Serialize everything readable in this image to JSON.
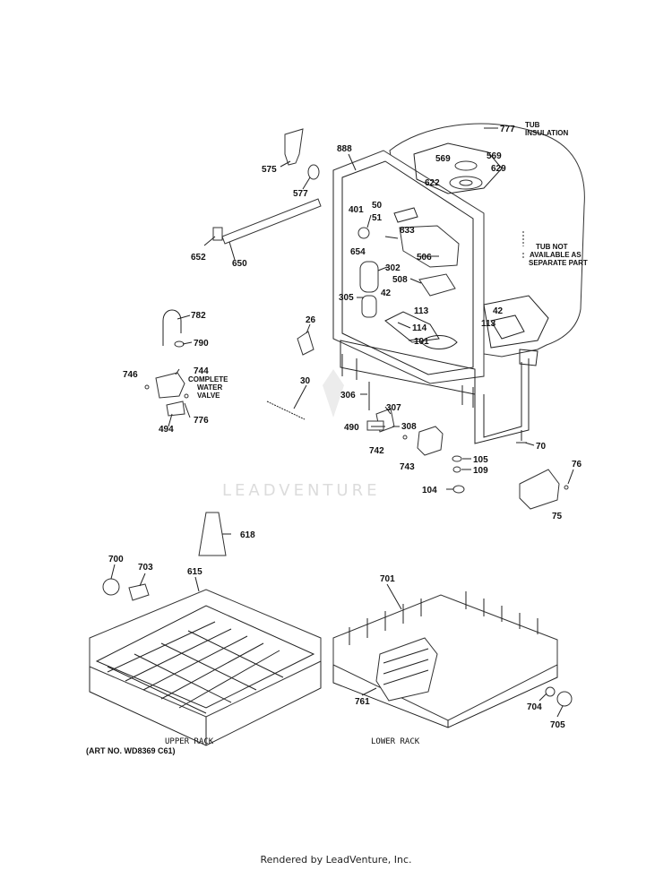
{
  "parts": [
    {
      "id": "p777",
      "num": "777"
    },
    {
      "id": "p888",
      "num": "888"
    },
    {
      "id": "p575",
      "num": "575"
    },
    {
      "id": "p577",
      "num": "577"
    },
    {
      "id": "p569a",
      "num": "569"
    },
    {
      "id": "p569b",
      "num": "569"
    },
    {
      "id": "p629",
      "num": "629"
    },
    {
      "id": "p622",
      "num": "622"
    },
    {
      "id": "p50",
      "num": "50"
    },
    {
      "id": "p51",
      "num": "51"
    },
    {
      "id": "p401",
      "num": "401"
    },
    {
      "id": "p833",
      "num": "833"
    },
    {
      "id": "p654",
      "num": "654"
    },
    {
      "id": "p506",
      "num": "506"
    },
    {
      "id": "p652",
      "num": "652"
    },
    {
      "id": "p650",
      "num": "650"
    },
    {
      "id": "p302",
      "num": "302"
    },
    {
      "id": "p508",
      "num": "508"
    },
    {
      "id": "p42a",
      "num": "42"
    },
    {
      "id": "p305",
      "num": "305"
    },
    {
      "id": "p113a",
      "num": "113"
    },
    {
      "id": "p42b",
      "num": "42"
    },
    {
      "id": "p113b",
      "num": "113"
    },
    {
      "id": "p782",
      "num": "782"
    },
    {
      "id": "p26",
      "num": "26"
    },
    {
      "id": "p114",
      "num": "114"
    },
    {
      "id": "p790",
      "num": "790"
    },
    {
      "id": "p101",
      "num": "101"
    },
    {
      "id": "p746",
      "num": "746"
    },
    {
      "id": "p744",
      "num": "744"
    },
    {
      "id": "p30",
      "num": "30"
    },
    {
      "id": "p306",
      "num": "306"
    },
    {
      "id": "p307",
      "num": "307"
    },
    {
      "id": "p776",
      "num": "776"
    },
    {
      "id": "p494",
      "num": "494"
    },
    {
      "id": "p490",
      "num": "490"
    },
    {
      "id": "p308",
      "num": "308"
    },
    {
      "id": "p70",
      "num": "70"
    },
    {
      "id": "p742",
      "num": "742"
    },
    {
      "id": "p105",
      "num": "105"
    },
    {
      "id": "p743",
      "num": "743"
    },
    {
      "id": "p109",
      "num": "109"
    },
    {
      "id": "p76",
      "num": "76"
    },
    {
      "id": "p104",
      "num": "104"
    },
    {
      "id": "p75",
      "num": "75"
    },
    {
      "id": "p618",
      "num": "618"
    },
    {
      "id": "p700",
      "num": "700"
    },
    {
      "id": "p703",
      "num": "703"
    },
    {
      "id": "p615",
      "num": "615"
    },
    {
      "id": "p701",
      "num": "701"
    },
    {
      "id": "p761",
      "num": "761"
    },
    {
      "id": "p704",
      "num": "704"
    },
    {
      "id": "p705",
      "num": "705"
    }
  ],
  "notes": {
    "tub_insulation_1": "TUB",
    "tub_insulation_2": "INSULATION",
    "tub_not_available_1": "TUB NOT",
    "tub_not_available_2": "AVAILABLE AS",
    "tub_not_available_3": "SEPARATE PART",
    "complete_valve_1": "COMPLETE",
    "complete_valve_2": "WATER",
    "complete_valve_3": "VALVE"
  },
  "labels": {
    "upper_rack": "UPPER RACK",
    "lower_rack": "LOWER RACK",
    "art_no": "(ART NO. WD8369 C61)"
  },
  "watermark": "LEADVENTURE",
  "footer": "Rendered by LeadVenture, Inc."
}
